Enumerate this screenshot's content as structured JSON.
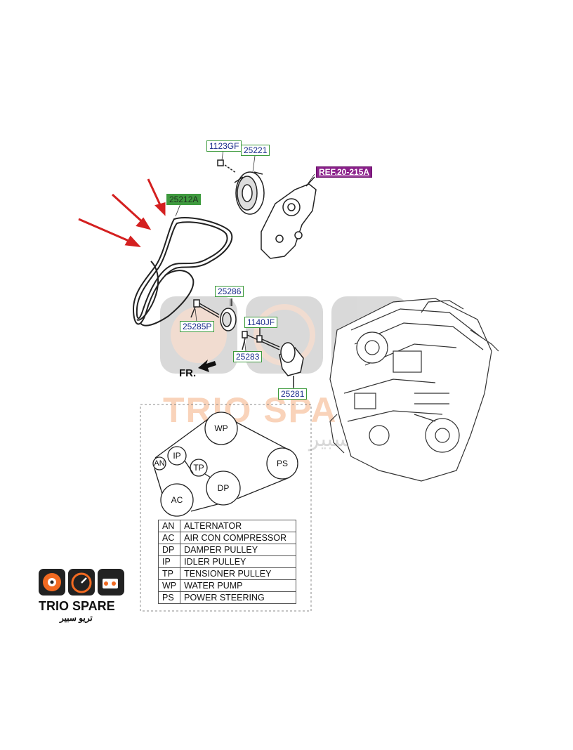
{
  "parts": {
    "bolt_1123gf": "1123GF",
    "pulley_25221": "25221",
    "ref_water_pump": "REF.20-215A",
    "belt_25212a": "25212A",
    "idler_25286": "25286",
    "bolt_25285p": "25285P",
    "bolt_1140jf": "1140JF",
    "bolt_25283": "25283",
    "tensioner_25281": "25281"
  },
  "direction_label": "FR.",
  "belt_routing": {
    "pulleys": [
      "WP",
      "PS",
      "DP",
      "TP",
      "IP",
      "AN",
      "AC"
    ]
  },
  "legend": [
    {
      "code": "AN",
      "name": "ALTERNATOR"
    },
    {
      "code": "AC",
      "name": "AIR CON COMPRESSOR"
    },
    {
      "code": "DP",
      "name": "DAMPER PULLEY"
    },
    {
      "code": "IP",
      "name": "IDLER PULLEY"
    },
    {
      "code": "TP",
      "name": "TENSIONER PULLEY"
    },
    {
      "code": "WP",
      "name": "WATER PUMP"
    },
    {
      "code": "PS",
      "name": "POWER STEERING"
    }
  ],
  "brand": {
    "name": "TRIO SPARE",
    "name_arabic": "تريو سبير",
    "watermark_latin": "TRIO SPARE",
    "watermark_arabic": "تريو سبير"
  },
  "colors": {
    "label_border": "#3c9a3c",
    "label_text": "#1a2c8c",
    "ref_fill": "#8a1f8a",
    "arrow": "#d42020",
    "brand_orange": "#f26a21"
  }
}
